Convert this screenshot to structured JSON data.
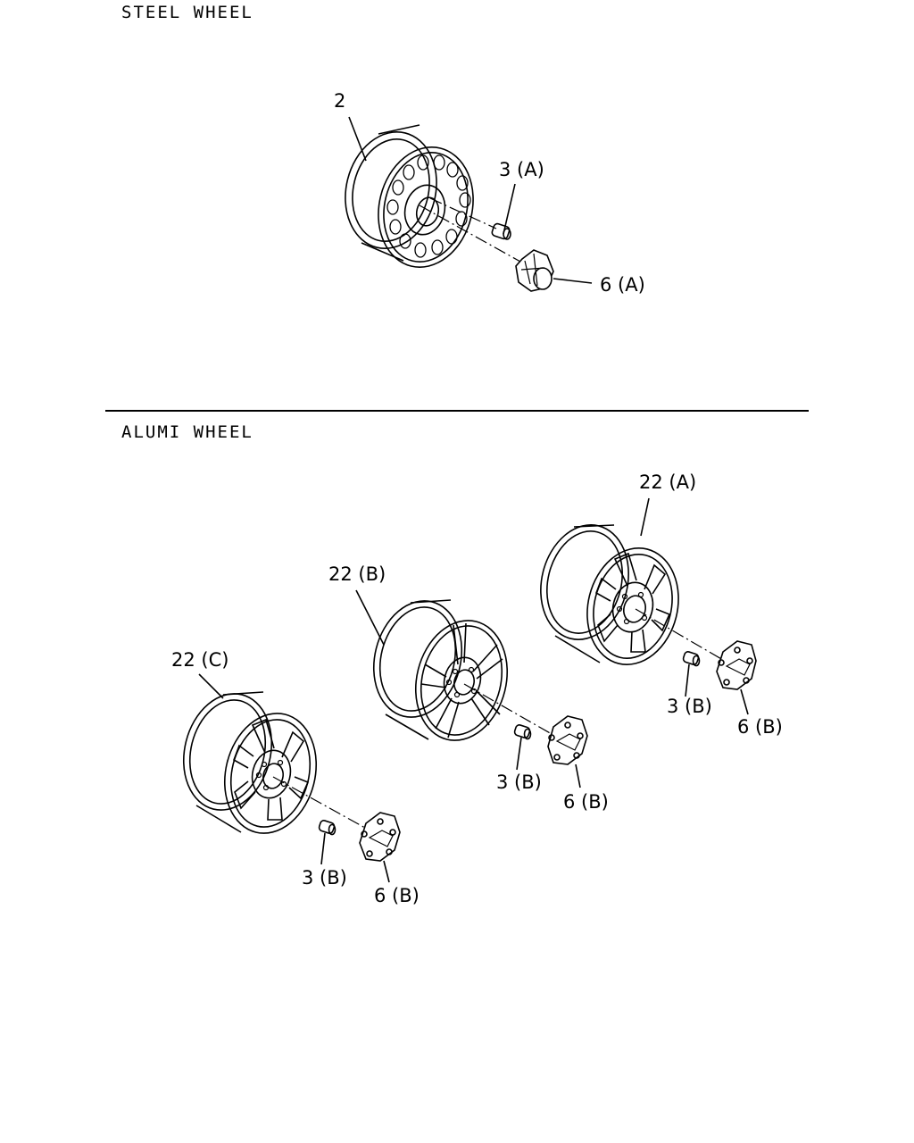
{
  "sections": {
    "steel": {
      "title": "STEEL WHEEL"
    },
    "alumi": {
      "title": "ALUMI WHEEL"
    }
  },
  "callouts": {
    "steel_wheel": "2",
    "steel_nut": "3 (A)",
    "steel_cap": "6 (A)",
    "alu_wheel_a": "22 (A)",
    "alu_wheel_b": "22 (B)",
    "alu_wheel_c": "22 (C)",
    "nut_b_right": "3 (B)",
    "cap_b_right": "6 (B)",
    "nut_b_mid": "3 (B)",
    "cap_b_mid": "6 (B)",
    "nut_b_left": "3 (B)",
    "cap_b_left": "6 (B)"
  }
}
